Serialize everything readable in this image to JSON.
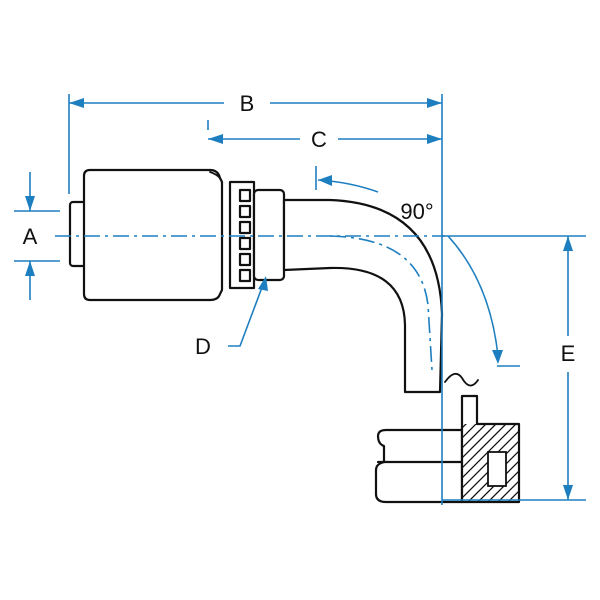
{
  "diagram": {
    "labels": {
      "a": "A",
      "b": "B",
      "c": "C",
      "d": "D",
      "e": "E",
      "angle": "90°"
    },
    "colors": {
      "dimension_lines": "#1e7fc0",
      "part_outline": "#111111",
      "background": "#ffffff"
    }
  }
}
